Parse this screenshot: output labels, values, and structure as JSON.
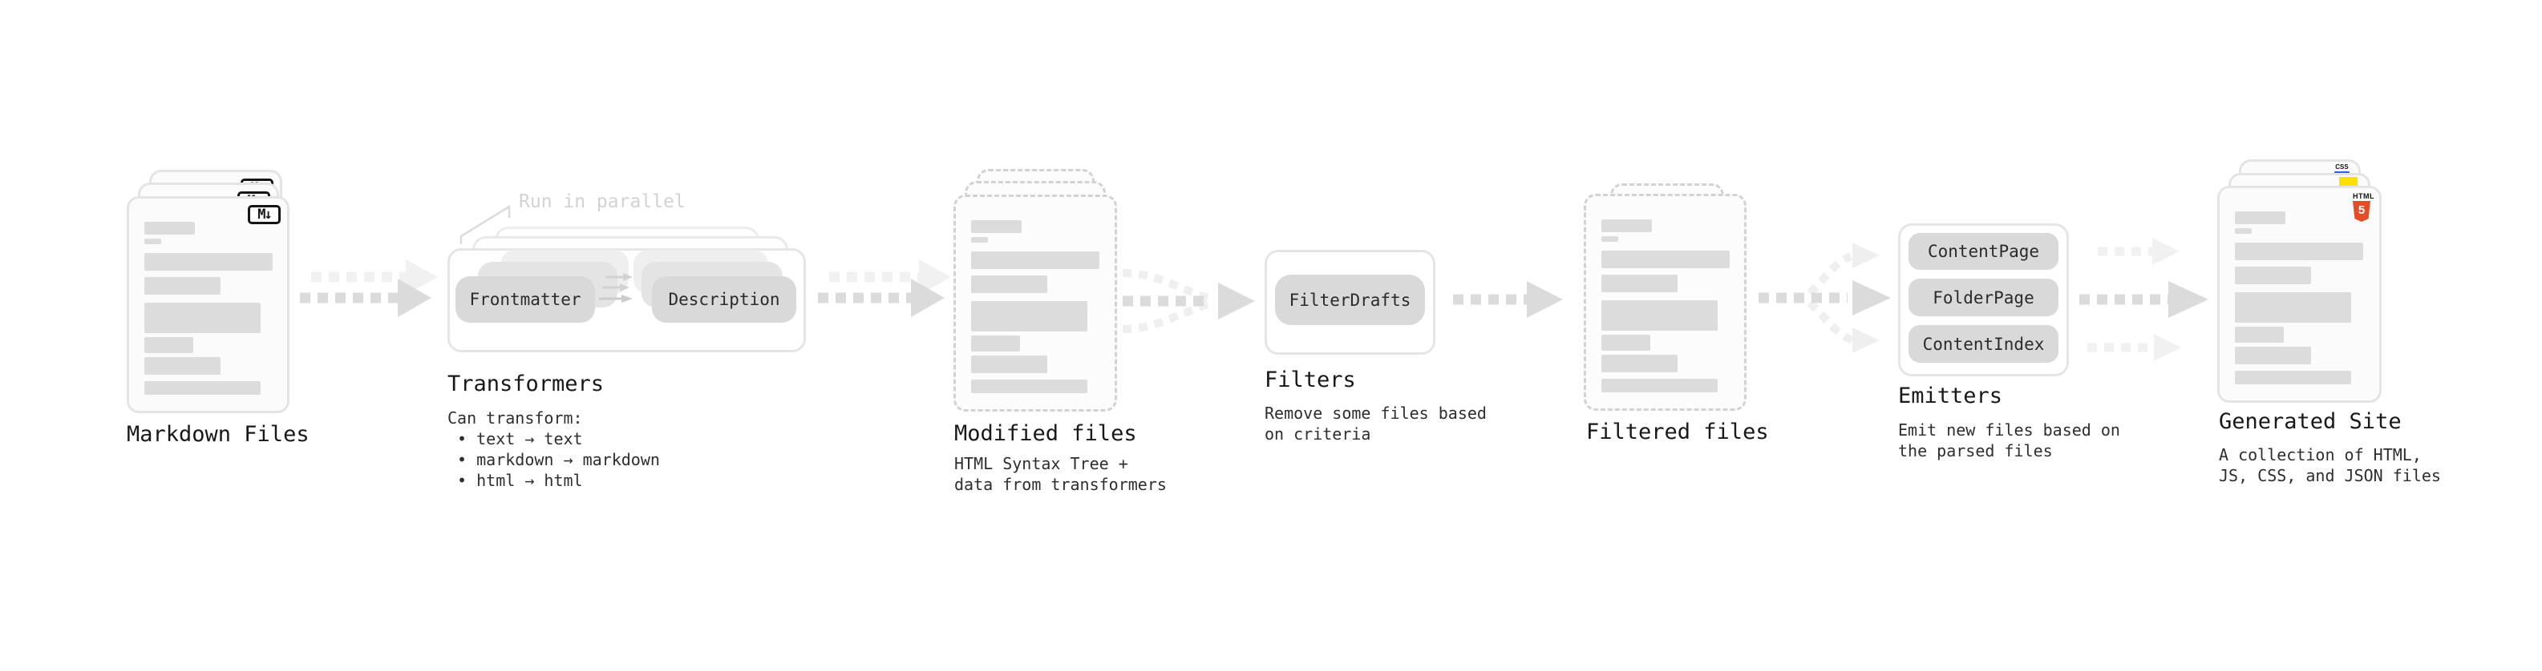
{
  "diagram": {
    "stages": {
      "markdown": {
        "title": "Markdown Files",
        "badge": "M↓",
        "icon": "markdown-icon"
      },
      "transformers": {
        "title": "Transformers",
        "note": "Run in parallel",
        "pill_frontmatter": "Frontmatter",
        "pill_description": "Description",
        "details": "Can transform:\n • text → text\n • markdown → markdown\n • html → html"
      },
      "modified": {
        "title": "Modified files",
        "subtitle": "HTML Syntax Tree +\ndata from transformers"
      },
      "filters": {
        "title": "Filters",
        "pill": "FilterDrafts",
        "subtitle": "Remove some files based\non criteria"
      },
      "filtered": {
        "title": "Filtered files"
      },
      "emitters": {
        "title": "Emitters",
        "pills": [
          "ContentPage",
          "FolderPage",
          "ContentIndex"
        ],
        "subtitle": "Emit new files based on\nthe parsed files"
      },
      "generated": {
        "title": "Generated Site",
        "subtitle": "A collection of HTML,\nJS, CSS, and JSON files",
        "badge_html": "HTML",
        "badge_html_num": "5",
        "badge_css": "CSS",
        "icons": [
          "html5-icon",
          "js-icon",
          "css-icon"
        ]
      }
    },
    "colors": {
      "html5_orange": "#e44d26",
      "js_yellow": "#ffe000",
      "css_blue": "#2764ea",
      "arrow": "#dbdbdb",
      "arrow_light": "#f1f1f1",
      "bar_gray": "#dcdcdc",
      "pill_gray": "#d9d9d9"
    }
  }
}
